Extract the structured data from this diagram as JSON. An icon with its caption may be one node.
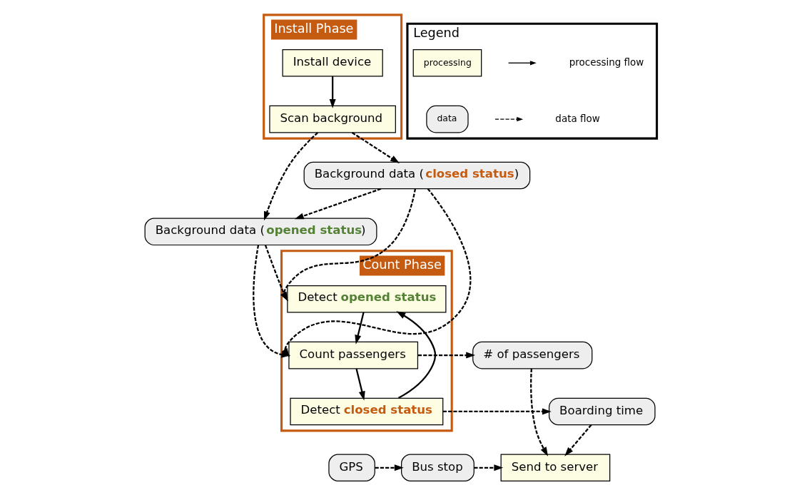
{
  "diagram": {
    "nodes": [
      {
        "text": [
          "Install Phase"
        ]
      },
      {
        "text": [
          "Install device"
        ],
        "in": 0
      },
      {
        "text": [
          "Scan background"
        ],
        "in": 0
      },
      {
        "text": [
          "Background data (**closed status**)"
        ]
      },
      {
        "text": [
          "Background data (**opened status**)"
        ]
      },
      {
        "text": [
          "Count Phase"
        ]
      },
      {
        "text": [
          "Detect **opened status**"
        ],
        "in": 5
      },
      {
        "text": [
          "Count passengers"
        ],
        "in": 5
      },
      {
        "text": [
          "Detect **closed status**"
        ],
        "in": 5
      },
      {
        "text": [
          "# of passengers"
        ]
      },
      {
        "text": [
          "Boarding time"
        ]
      },
      {
        "text": [
          "GPS"
        ]
      },
      {
        "text": [
          "Bus stop"
        ]
      },
      {
        "text": [
          "Send to server"
        ]
      },
      {
        "text": [
          "Legend"
        ]
      },
      {
        "text": [
          "processing"
        ],
        "in": 14
      },
      {
        "text": [
          "data"
        ],
        "in": 14
      }
    ],
    "edges": [
      {
        "from": 1,
        "to": 2,
        "arrow": "to"
      },
      {
        "from": 2,
        "to": 3,
        "arrow": "to",
        "style": "dashed"
      },
      {
        "from": 2,
        "to": 4,
        "arrow": "to",
        "style": "dashed"
      },
      {
        "from": 3,
        "to": 4,
        "arrow": "to",
        "style": "dashed"
      },
      {
        "from": 3,
        "to": 6,
        "arrow": "to",
        "style": "dashed"
      },
      {
        "from": 3,
        "to": 7,
        "arrow": "to",
        "style": "dashed"
      },
      {
        "from": 4,
        "to": 6,
        "arrow": "to",
        "style": "dashed"
      },
      {
        "from": 4,
        "to": 7,
        "arrow": "to",
        "style": "dashed"
      },
      {
        "from": 6,
        "to": 7,
        "arrow": "to"
      },
      {
        "from": 7,
        "to": 8,
        "arrow": "to"
      },
      {
        "from": 8,
        "to": 6,
        "arrow": "to"
      },
      {
        "from": 7,
        "to": 9,
        "arrow": "to",
        "style": "dashed"
      },
      {
        "from": 8,
        "to": 10,
        "arrow": "to",
        "style": "dashed"
      },
      {
        "from": 9,
        "to": 13,
        "arrow": "to",
        "style": "dashed"
      },
      {
        "from": 10,
        "to": 13,
        "arrow": "to",
        "style": "dashed"
      },
      {
        "from": 11,
        "to": 12,
        "arrow": "to",
        "style": "dashed"
      },
      {
        "from": 12,
        "to": 13,
        "arrow": "to",
        "style": "dashed"
      }
    ],
    "legend": [
      {
        "text": "processing flow"
      },
      {
        "text": "data flow"
      }
    ]
  }
}
